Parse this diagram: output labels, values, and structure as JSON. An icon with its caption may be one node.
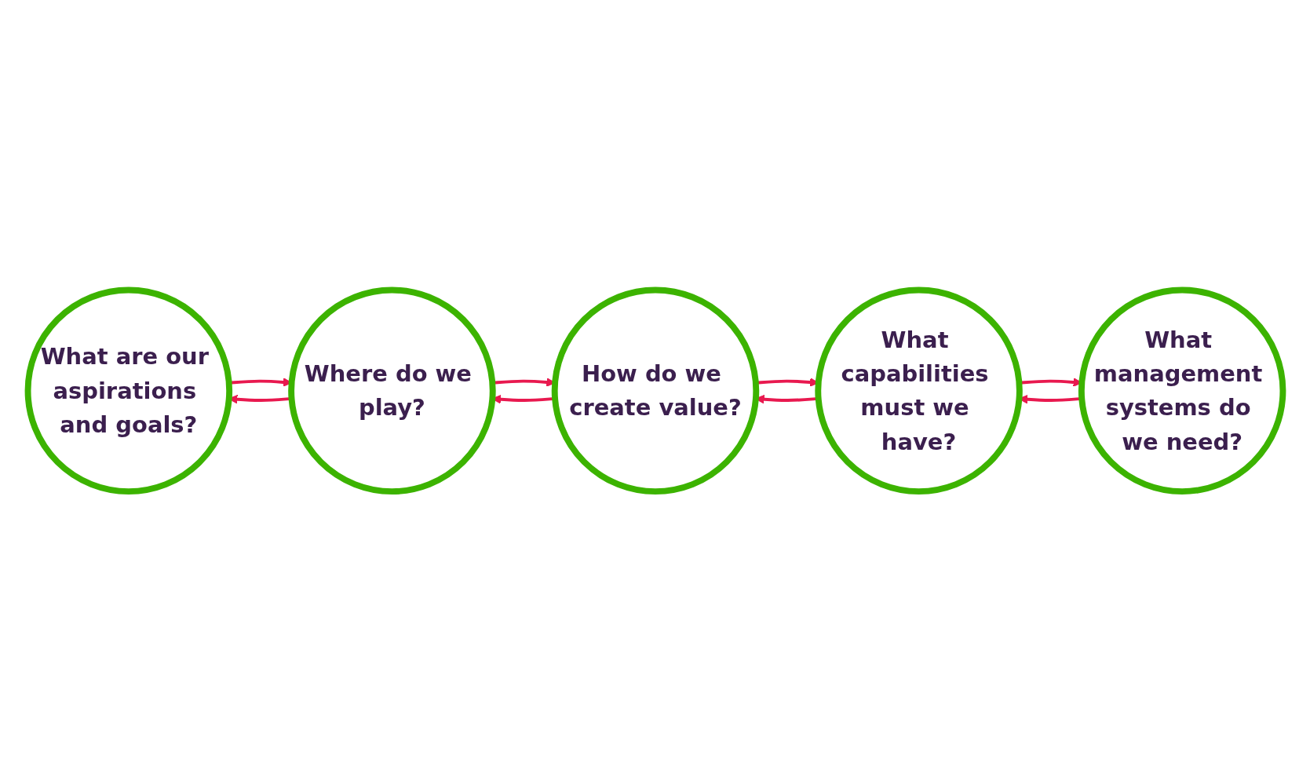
{
  "diagram": {
    "nodes": [
      {
        "text": [
          "What are our aspirations and goals?"
        ]
      },
      {
        "text": [
          "Where do we play?"
        ]
      },
      {
        "text": [
          "How do we create value?"
        ]
      },
      {
        "text": [
          "What capabilities must we have?"
        ]
      },
      {
        "text": [
          "What management systems do we need?"
        ]
      }
    ],
    "edges": [
      {
        "from": 0,
        "to": 1,
        "arrow": "to"
      },
      {
        "from": 1,
        "to": 0,
        "arrow": "to"
      },
      {
        "from": 1,
        "to": 2,
        "arrow": "to"
      },
      {
        "from": 2,
        "to": 1,
        "arrow": "to"
      },
      {
        "from": 2,
        "to": 3,
        "arrow": "to"
      },
      {
        "from": 3,
        "to": 2,
        "arrow": "to"
      },
      {
        "from": 3,
        "to": 4,
        "arrow": "to"
      },
      {
        "from": 4,
        "to": 3,
        "arrow": "to"
      }
    ]
  }
}
